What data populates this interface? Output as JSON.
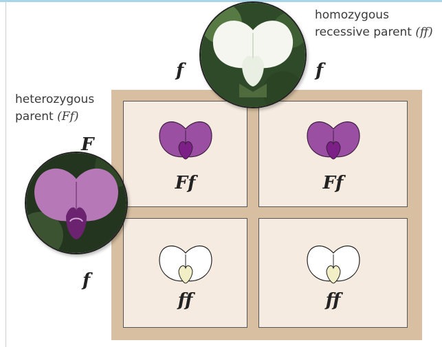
{
  "parents": {
    "homozygous_recessive": {
      "label_line1": "homozygous",
      "label_line2": "recessive parent",
      "notation": "(ff)",
      "alleles": [
        "f",
        "f"
      ]
    },
    "heterozygous": {
      "label_line1": "heterozygous",
      "label_line2": "parent",
      "notation": "(Ff)",
      "alleles": [
        "F",
        "f"
      ]
    }
  },
  "punnett_square": {
    "cells": [
      {
        "genotype": "Ff",
        "flower": "purple"
      },
      {
        "genotype": "Ff",
        "flower": "purple"
      },
      {
        "genotype": "ff",
        "flower": "white"
      },
      {
        "genotype": "ff",
        "flower": "white"
      }
    ]
  },
  "colors": {
    "square_border": "#d8bfa1",
    "cell_fill": "#f6ebe0",
    "purple_petal": "#9b4fa3",
    "white_petal": "#ffffff"
  }
}
